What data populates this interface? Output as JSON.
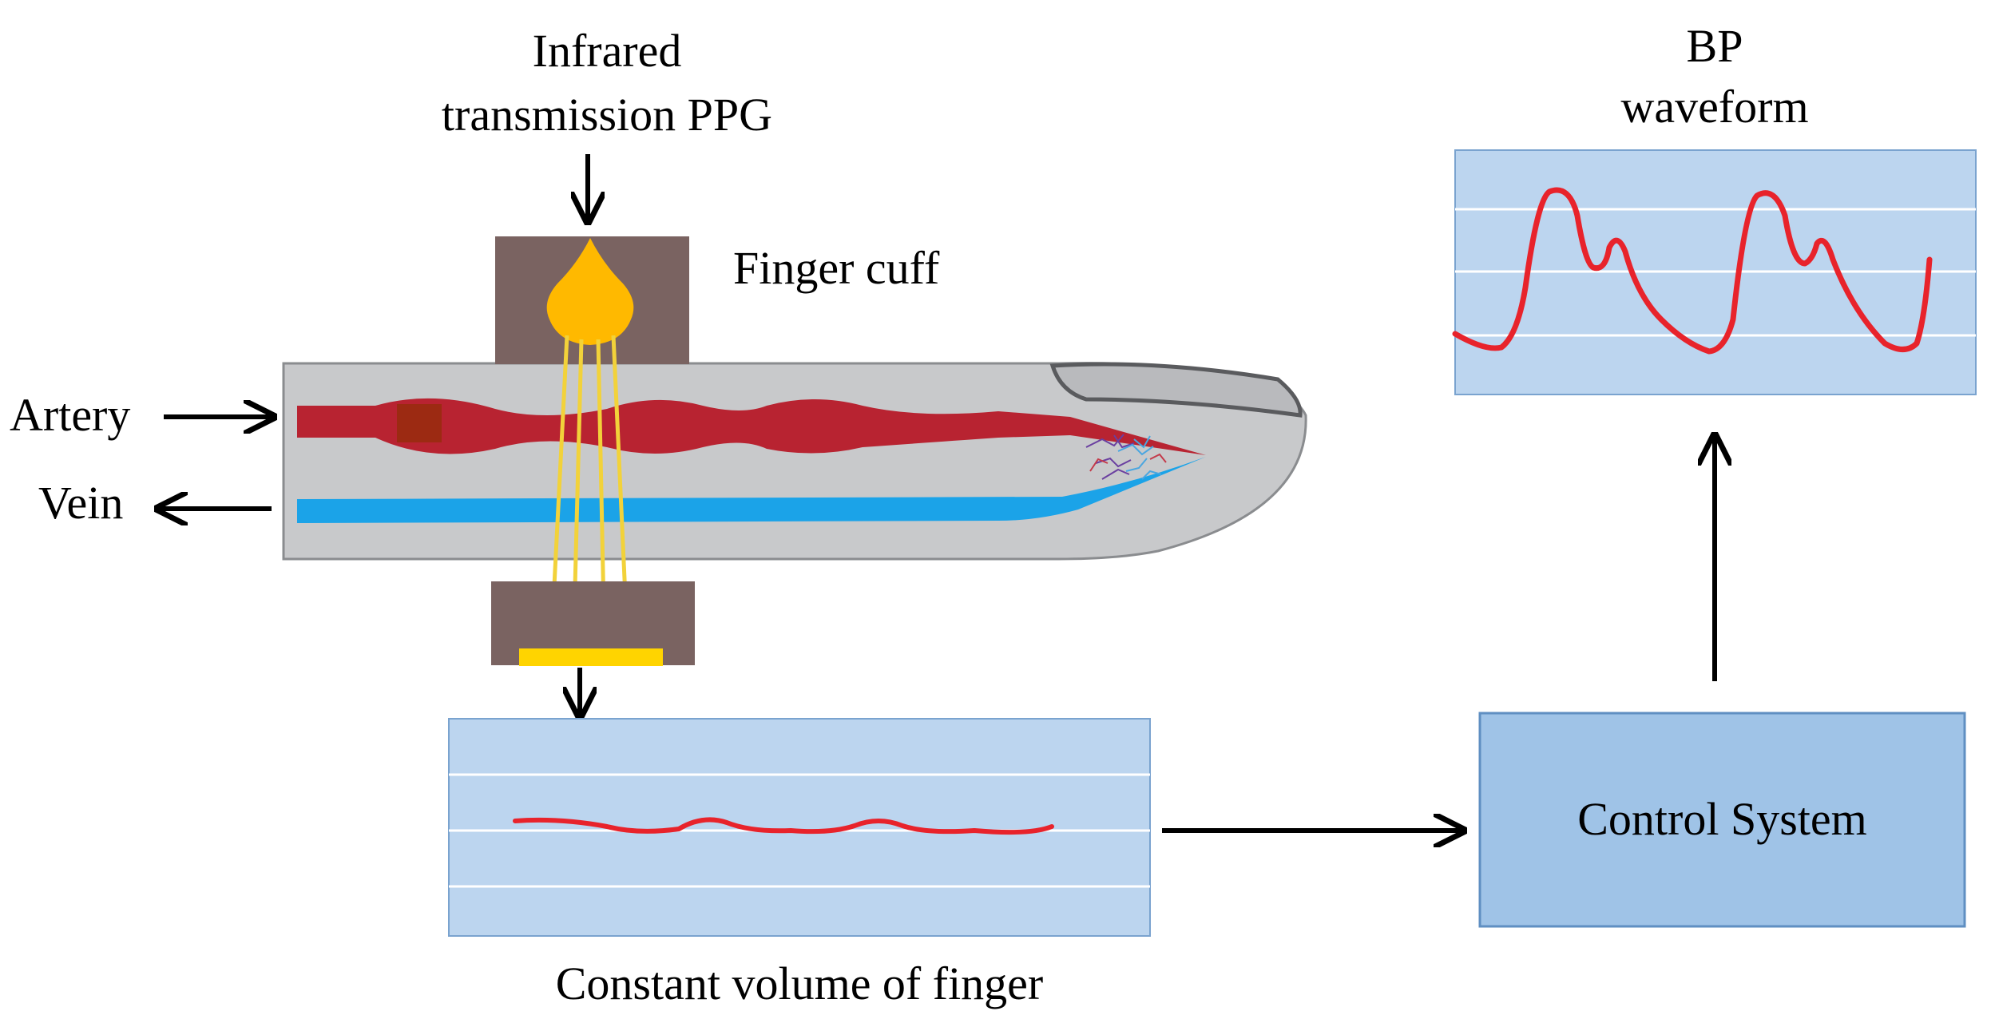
{
  "labels": {
    "ppg_line1": "Infrared",
    "ppg_line2": "transmission PPG",
    "finger_cuff": "Finger cuff",
    "artery": "Artery",
    "vein": "Vein",
    "constant_volume": "Constant volume of  finger",
    "control_system": "Control System",
    "bp_line1": "BP",
    "bp_line2": "waveform"
  },
  "colors": {
    "cuff": "#7a6361",
    "bulb": "#ffb900",
    "light_rays": "#f2d23a",
    "finger": "#c8c9cb",
    "artery": "#b82331",
    "vein": "#1ba3e8",
    "panel": "#bcd5ef",
    "waveform": "#e8232b",
    "control_box": "#9fc3e7",
    "arrow": "#000000"
  },
  "icons": [
    "infrared-led-icon",
    "photodetector-icon",
    "capillary-network-icon"
  ]
}
